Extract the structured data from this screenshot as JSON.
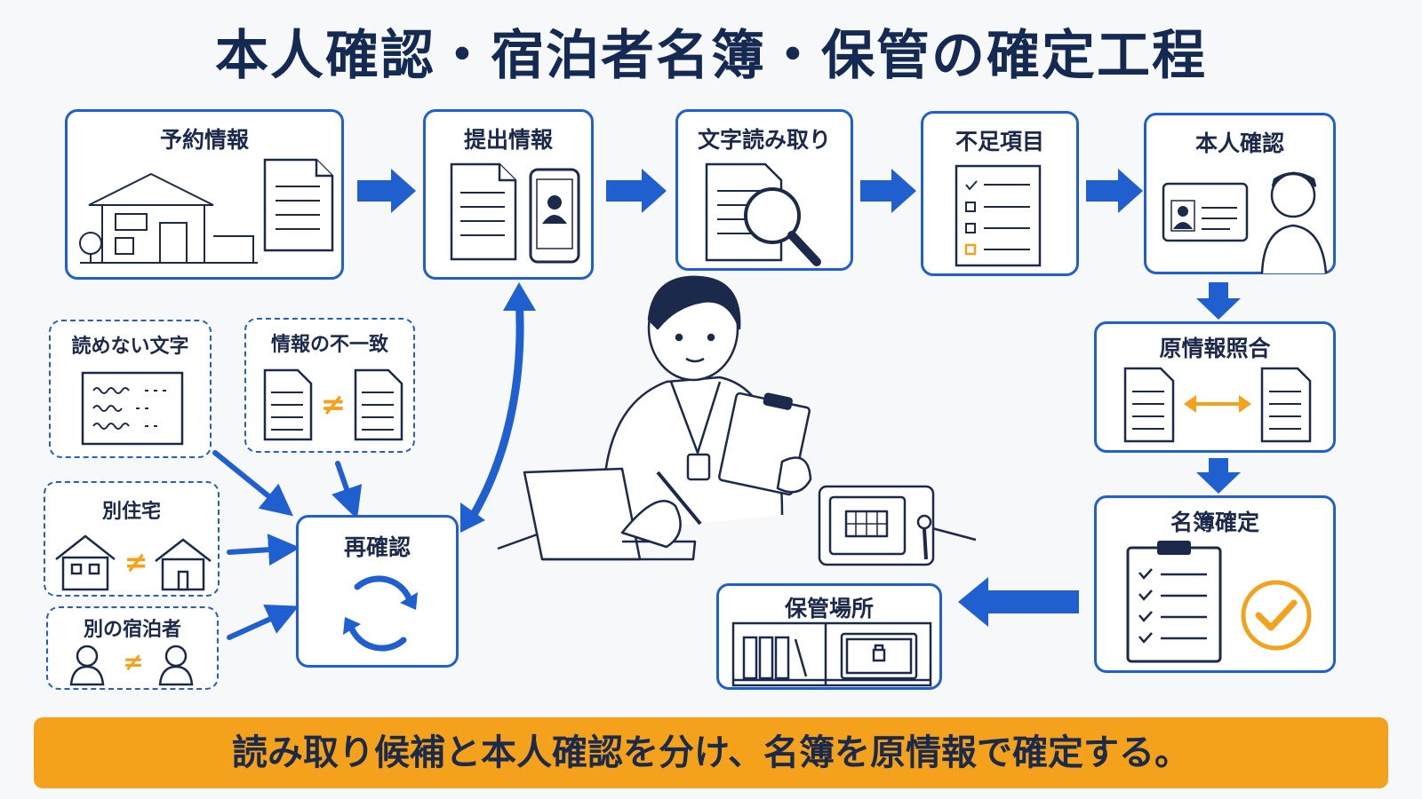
{
  "title": "本人確認・宿泊者名簿・保管の確定工程",
  "steps": {
    "reservation": "予約情報",
    "submitted": "提出情報",
    "ocr": "文字読み取り",
    "missing": "不足項目",
    "identity": "本人確認",
    "source_match": "原情報照合",
    "register": "名簿確定",
    "storage": "保管場所",
    "recheck": "再確認"
  },
  "issues": {
    "unreadable": "読めない文字",
    "mismatch": "情報の不一致",
    "other_address": "別住宅",
    "other_guest": "別の宿泊者"
  },
  "not_equal_symbol": "≠",
  "banner": "読み取り候補と本人確認を分け、名簿を原情報で確定する。",
  "colors": {
    "accent": "#1f5fd0",
    "highlight": "#f4a21c",
    "ink": "#1b2a4a"
  }
}
